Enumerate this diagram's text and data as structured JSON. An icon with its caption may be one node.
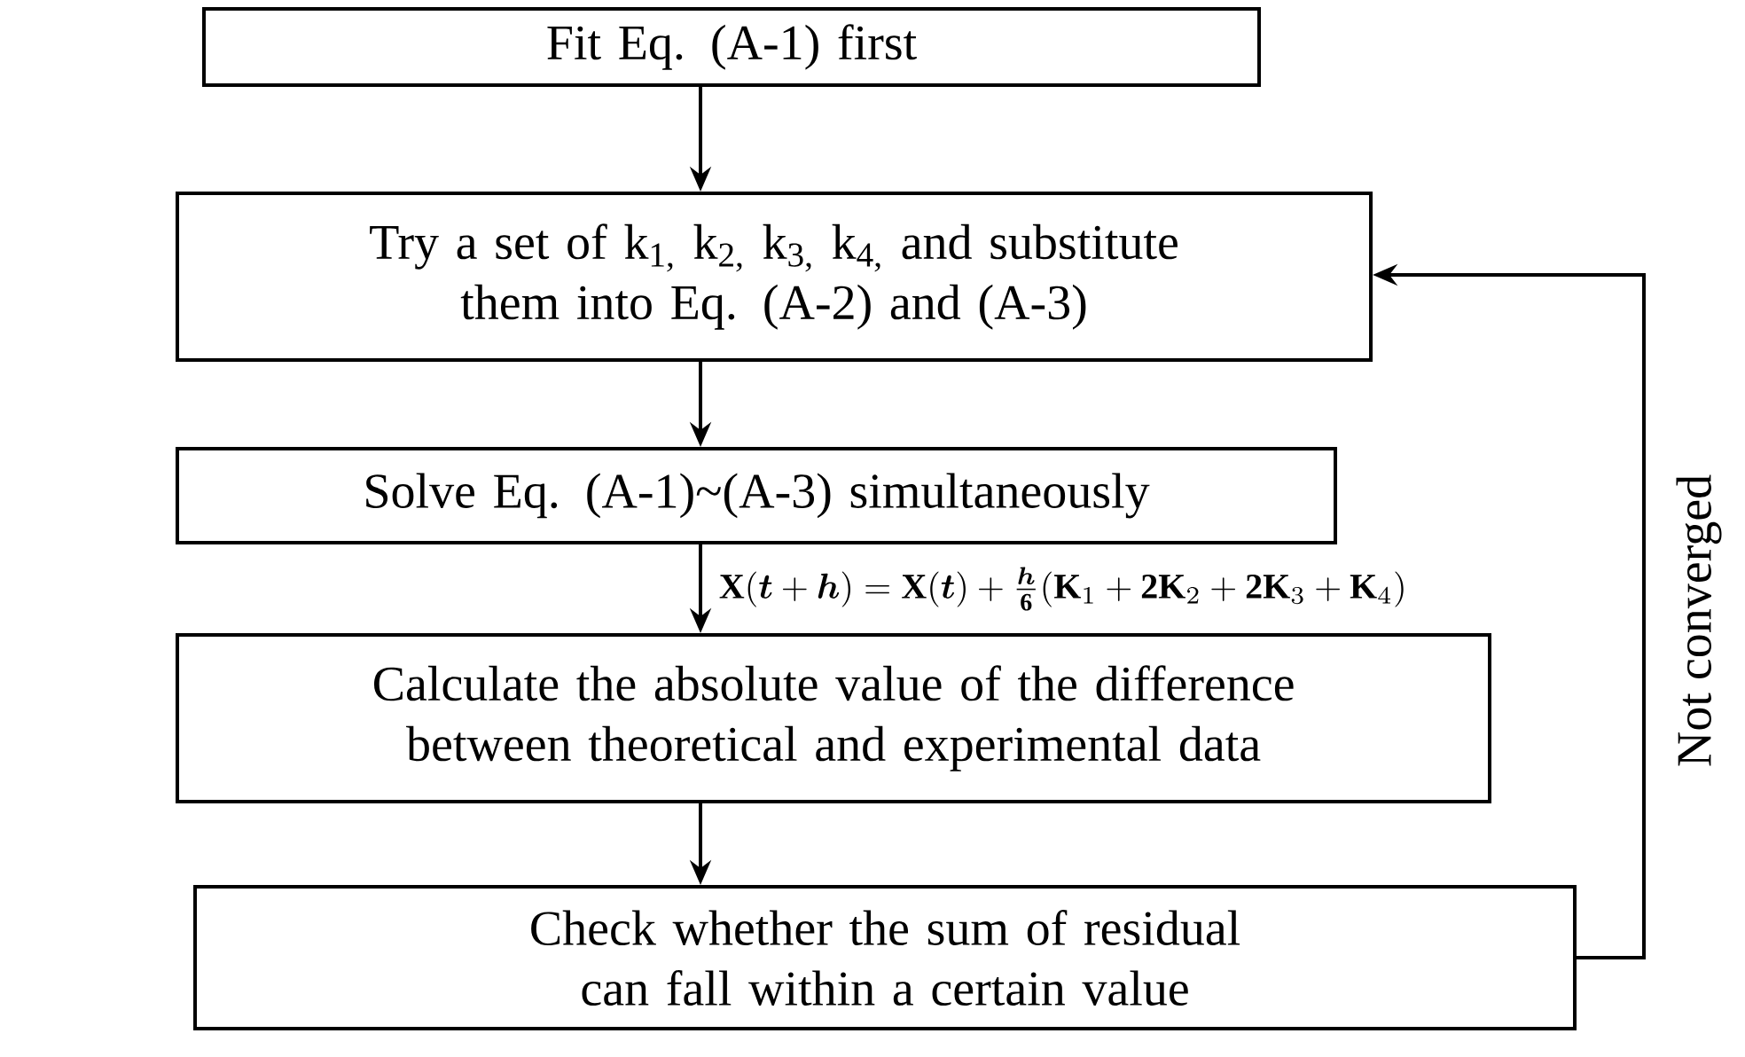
{
  "diagram": {
    "nodes": [
      {
        "text": [
          "Fit Eq. (A-1) first"
        ]
      },
      {
        "text": [
          "Try a set of k$_{1,}$ k$_{2,}$ k$_{3,}$ k$_{4,}$ and substitute them into Eq. (A-2) and (A-3)"
        ]
      },
      {
        "text": [
          "Solve Eq. (A-1)~(A-3) simultaneously"
        ]
      },
      {
        "text": [
          "Calculate the absolute value of the difference between theoretical and experimental data"
        ]
      },
      {
        "text": [
          "Check whether the sum of residual can fall within a certain value"
        ]
      }
    ],
    "edges": [
      {
        "from": 0,
        "to": 1,
        "arrow": "to"
      },
      {
        "from": 1,
        "to": 2,
        "arrow": "to"
      },
      {
        "from": 2,
        "to": 3,
        "arrow": "to",
        "label": "\\mathbf{X}(\\boldsymbol{t}+\\boldsymbol{h}) = \\mathbf{X}(\\boldsymbol{t}) + \\frac{\\boldsymbol{h}}{\\mathbf{6}}(\\mathbf{K}_1 + \\mathbf{2K}_2 + \\mathbf{2K}_3 + \\mathbf{K}_4)"
      },
      {
        "from": 3,
        "to": 4,
        "arrow": "to"
      },
      {
        "from": 4,
        "to": 1,
        "arrow": "to",
        "label": "Not converged"
      }
    ]
  }
}
